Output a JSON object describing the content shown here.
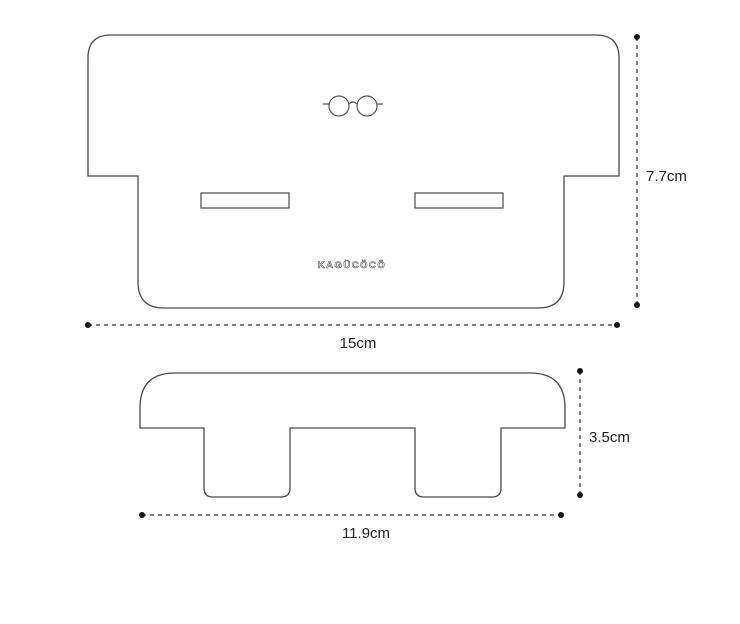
{
  "diagram": {
    "brand_text": "KAGÜCÖCÖ",
    "logo_icon": "glasses-icon",
    "line_color": "#4a4a4a",
    "dimensions": {
      "top_width": "15cm",
      "top_height": "7.7cm",
      "bottom_width": "11.9cm",
      "bottom_height": "3.5cm"
    }
  }
}
